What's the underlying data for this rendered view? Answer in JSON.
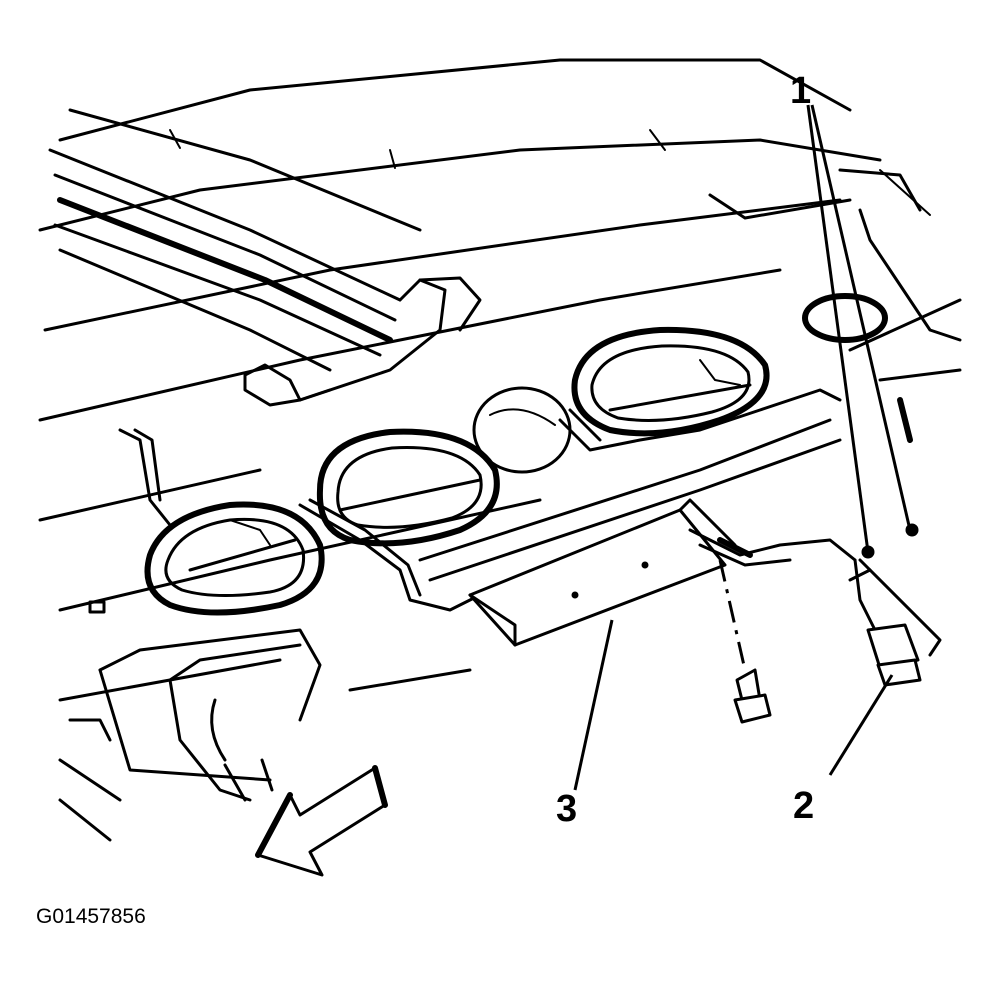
{
  "callouts": {
    "one": "1",
    "two": "2",
    "three": "3"
  },
  "figure_id": "G01457856"
}
